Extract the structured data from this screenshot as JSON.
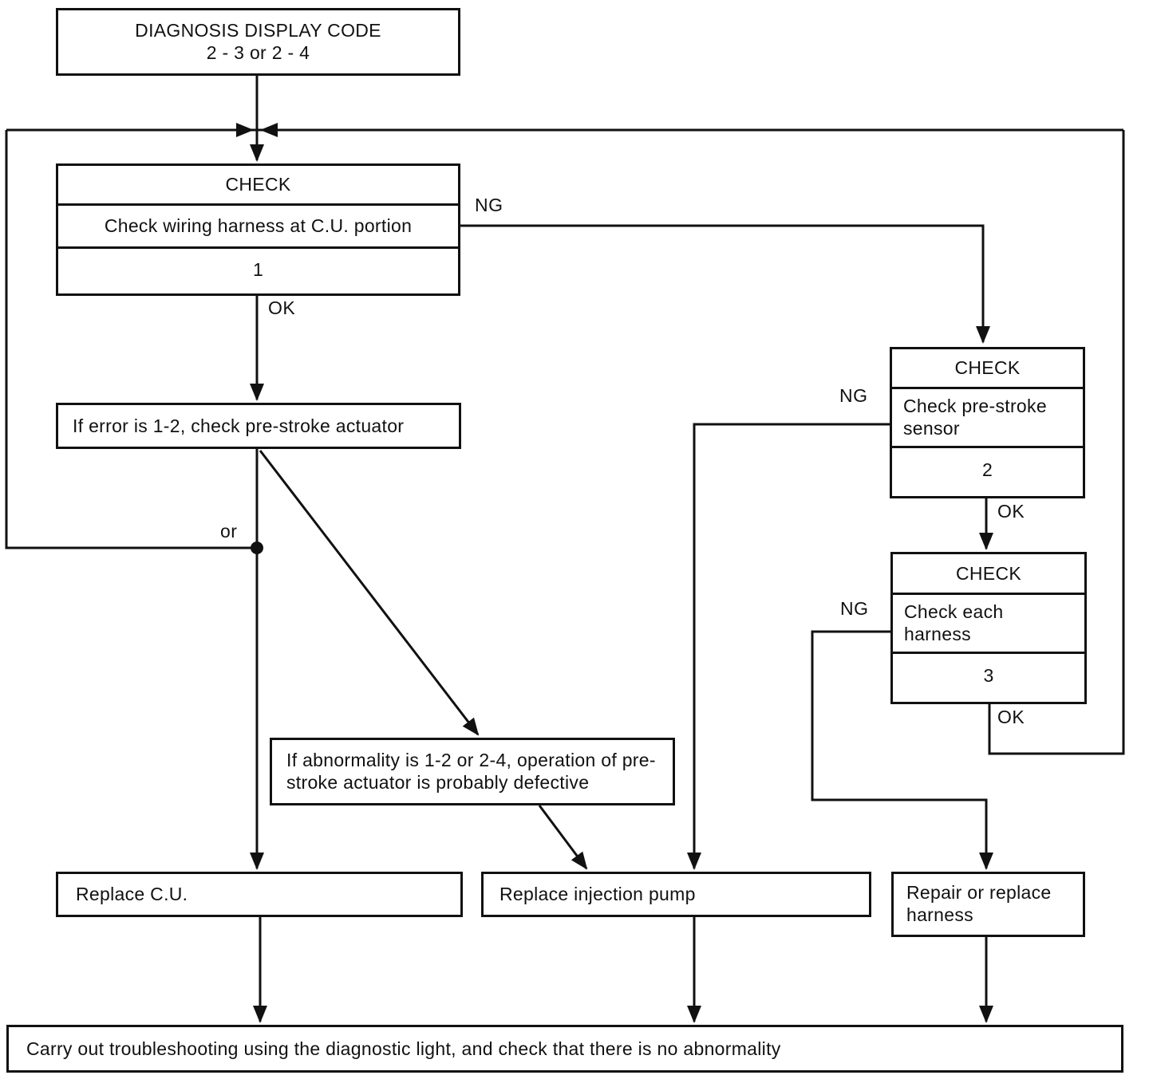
{
  "boxes": {
    "diagnosis": {
      "line1": "DIAGNOSIS DISPLAY CODE",
      "line2": "2 - 3 or 2 - 4"
    },
    "check1": {
      "header": "CHECK",
      "body": "Check wiring harness at C.U. portion",
      "step": "1"
    },
    "check2": {
      "header": "CHECK",
      "body": "Check pre-stroke sensor",
      "step": "2"
    },
    "check3": {
      "header": "CHECK",
      "body": "Check each harness",
      "step": "3"
    },
    "if_error": {
      "text": "If error is 1-2, check pre-stroke actuator"
    },
    "if_abnormality": {
      "text": "If abnormality is 1-2 or 2-4, operation of pre-stroke actuator is probably defective"
    },
    "replace_cu": {
      "text": "Replace C.U."
    },
    "replace_pump": {
      "text": "Replace injection pump"
    },
    "repair_harness": {
      "text": "Repair or replace harness"
    },
    "final": {
      "text": "Carry out troubleshooting using the diagnostic light, and check that there is no abnormality"
    }
  },
  "edge_labels": {
    "check1_ng": "NG",
    "check1_ok": "OK",
    "check2_ng": "NG",
    "check2_ok": "OK",
    "check3_ng": "NG",
    "check3_ok": "OK",
    "or_label": "or"
  },
  "colors": {
    "line": "#111111",
    "background": "#ffffff",
    "text": "#111111"
  }
}
